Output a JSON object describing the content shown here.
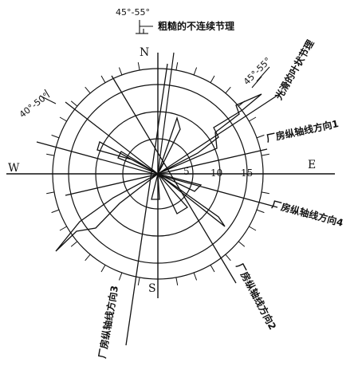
{
  "diagram": {
    "compass": {
      "north": "N",
      "south": "S",
      "east": "E",
      "west": "W"
    },
    "scale_labels": [
      "5",
      "10",
      "15"
    ],
    "annotations": [
      {
        "range": "45°-55°",
        "text": "粗糙的不连续节理"
      },
      {
        "range": "45°-55°",
        "text": "光滑的叶状节理"
      },
      {
        "range": "40°-50°",
        "text": ""
      }
    ],
    "plant_axis_labels": [
      "厂房纵轴线方向1",
      "厂房纵轴线方向2",
      "厂房纵轴线方向3",
      "厂房纵轴线方向4"
    ],
    "line_color": "#111111"
  }
}
